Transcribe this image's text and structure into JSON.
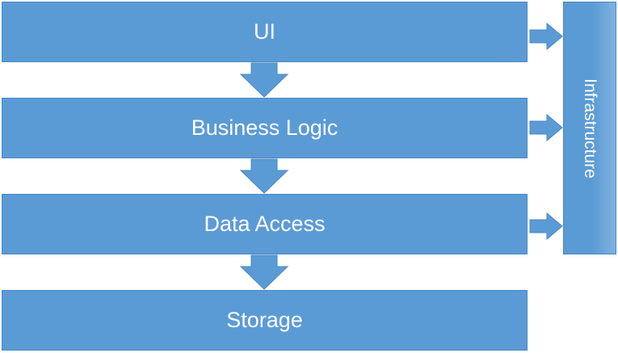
{
  "layers": [
    {
      "label": "UI"
    },
    {
      "label": "Business Logic"
    },
    {
      "label": "Data Access"
    },
    {
      "label": "Storage"
    }
  ],
  "side_panel": {
    "label": "Infrastructure"
  },
  "colors": {
    "fill": "#5b9bd5",
    "border": "#4a88c2",
    "text": "#ffffff"
  }
}
